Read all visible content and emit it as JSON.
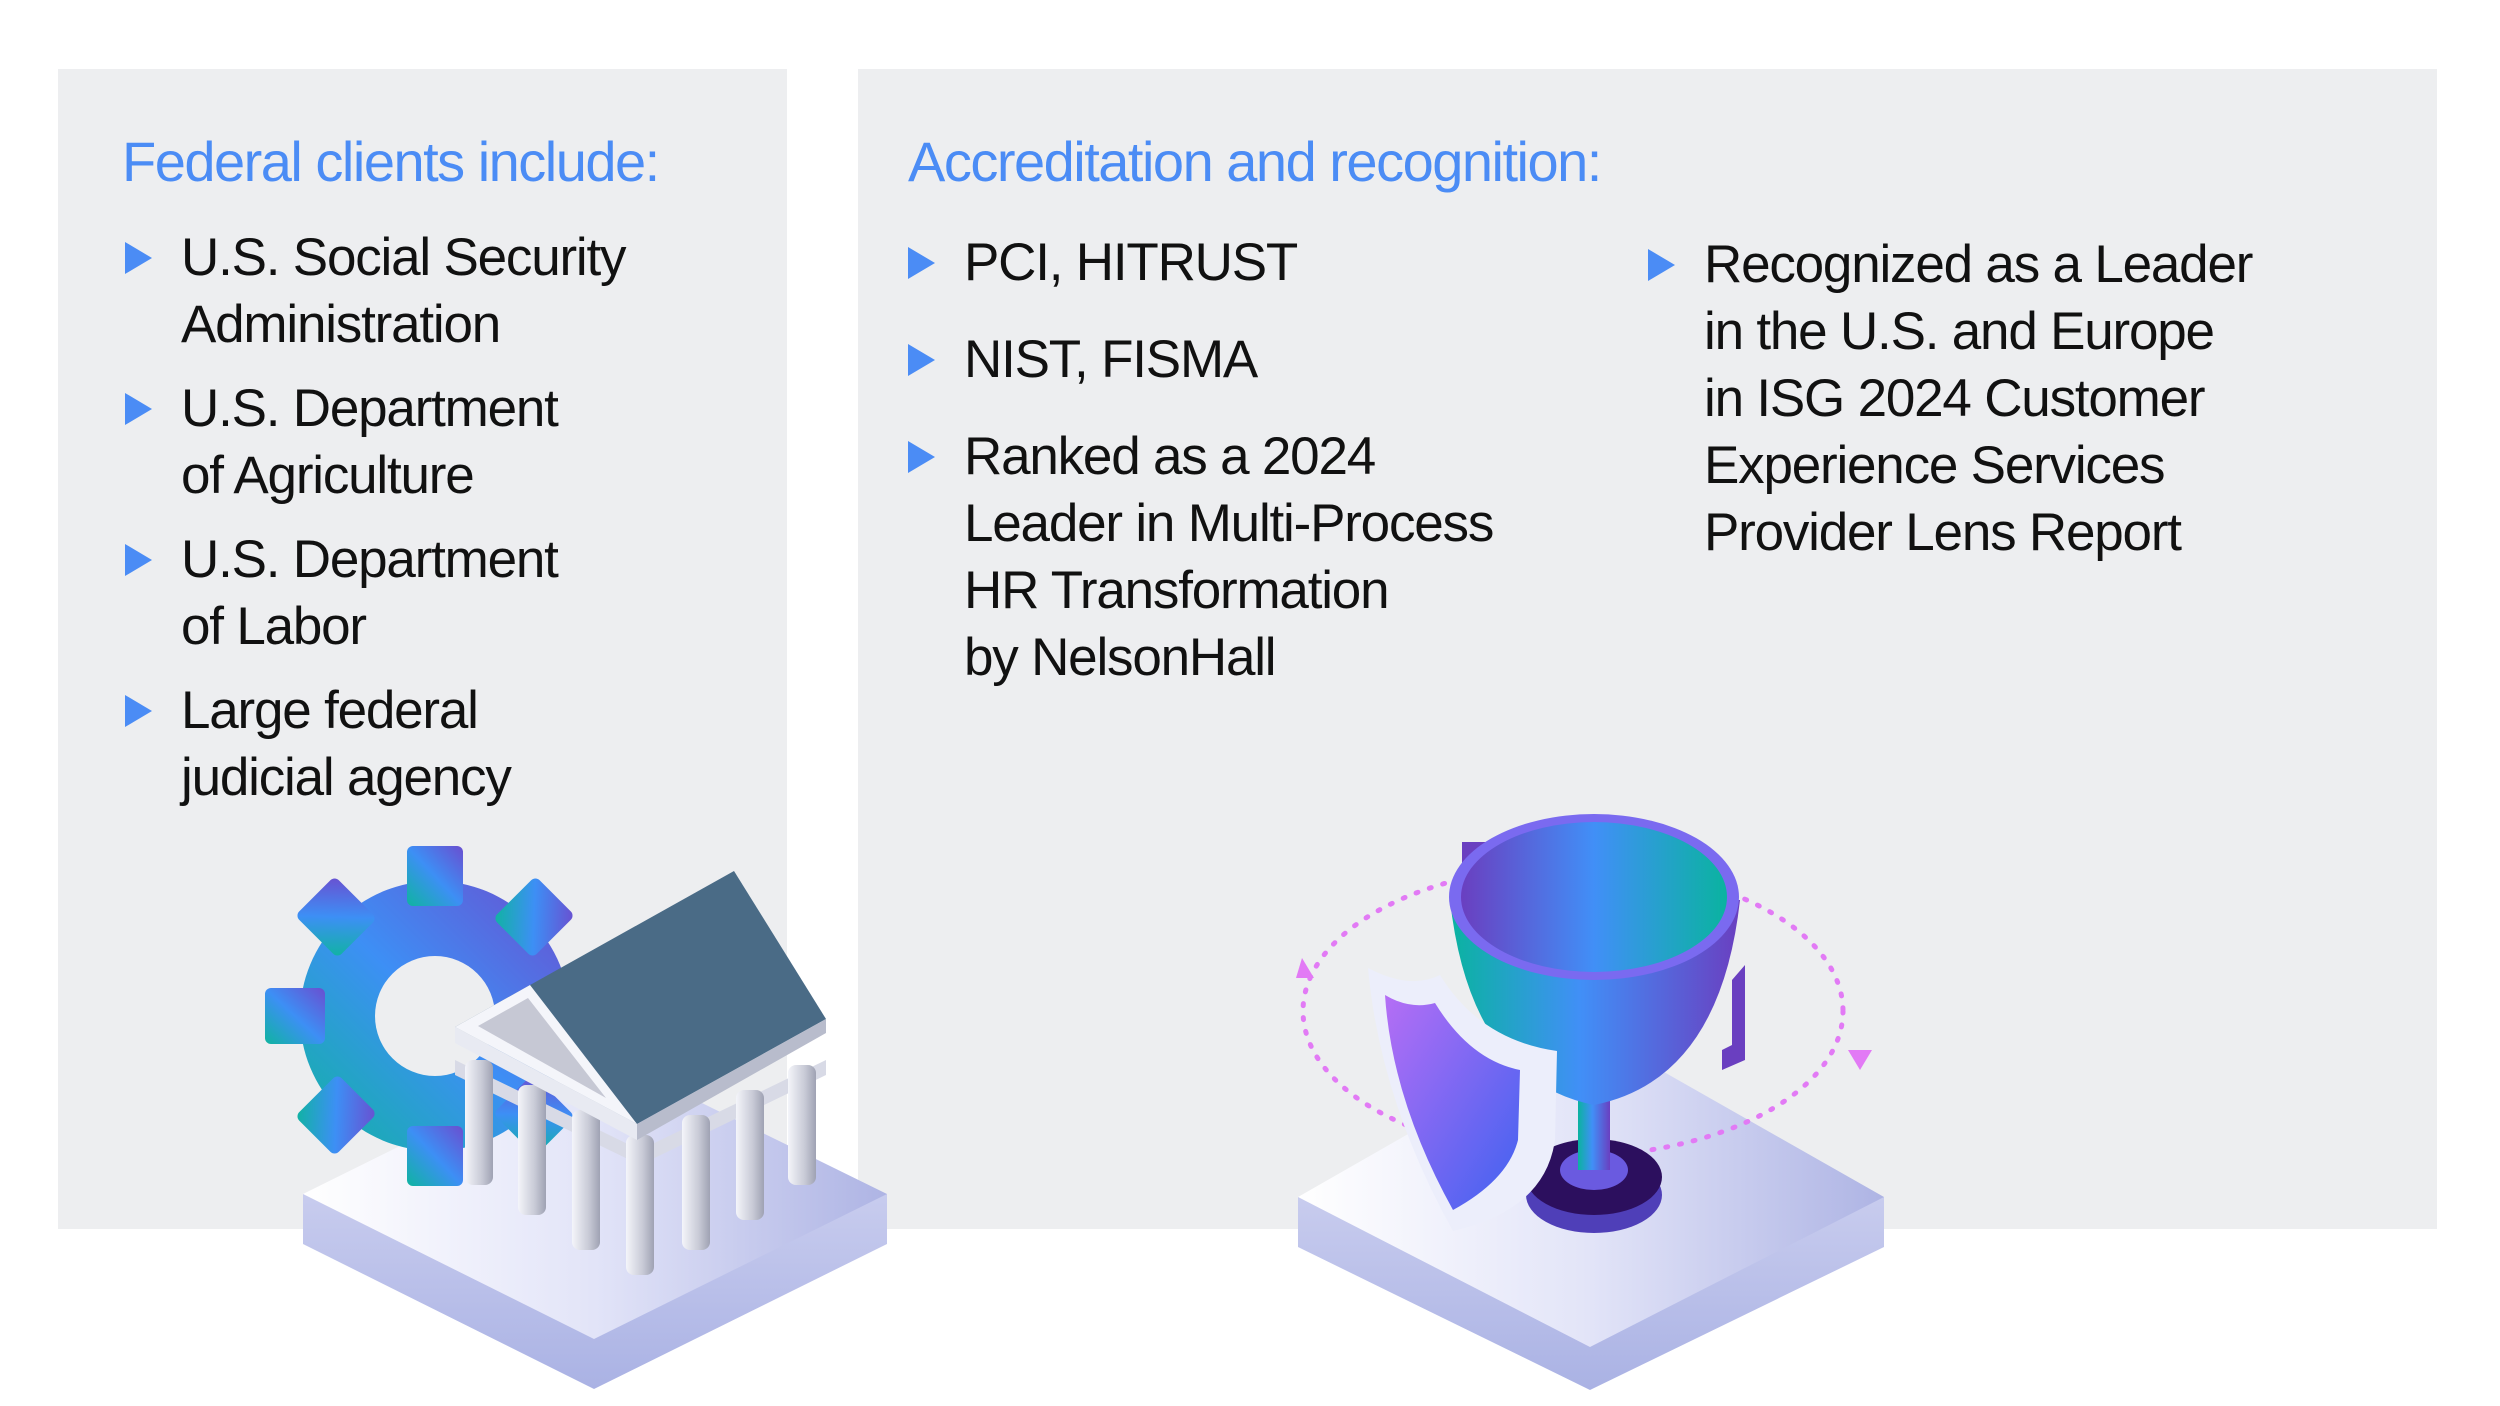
{
  "federal": {
    "heading": "Federal clients include:",
    "items": [
      "U.S. Social Security\nAdministration",
      "U.S. Department\nof Agriculture",
      "U.S. Department\nof Labor",
      "Large federal\njudicial agency"
    ]
  },
  "accreditation": {
    "heading": "Accreditation and recognition:",
    "column1": [
      "PCI, HITRUST",
      "NIST, FISMA",
      "Ranked as a 2024\nLeader in Multi-Process\nHR Transformation\nby NelsonHall"
    ],
    "column2": [
      "Recognized as a Leader\nin the U.S. and Europe\nin ISG 2024 Customer\nExperience Services\nProvider Lens Report"
    ]
  },
  "colors": {
    "accent": "#4b8cf5",
    "panel": "#edeef0",
    "text": "#111111"
  }
}
